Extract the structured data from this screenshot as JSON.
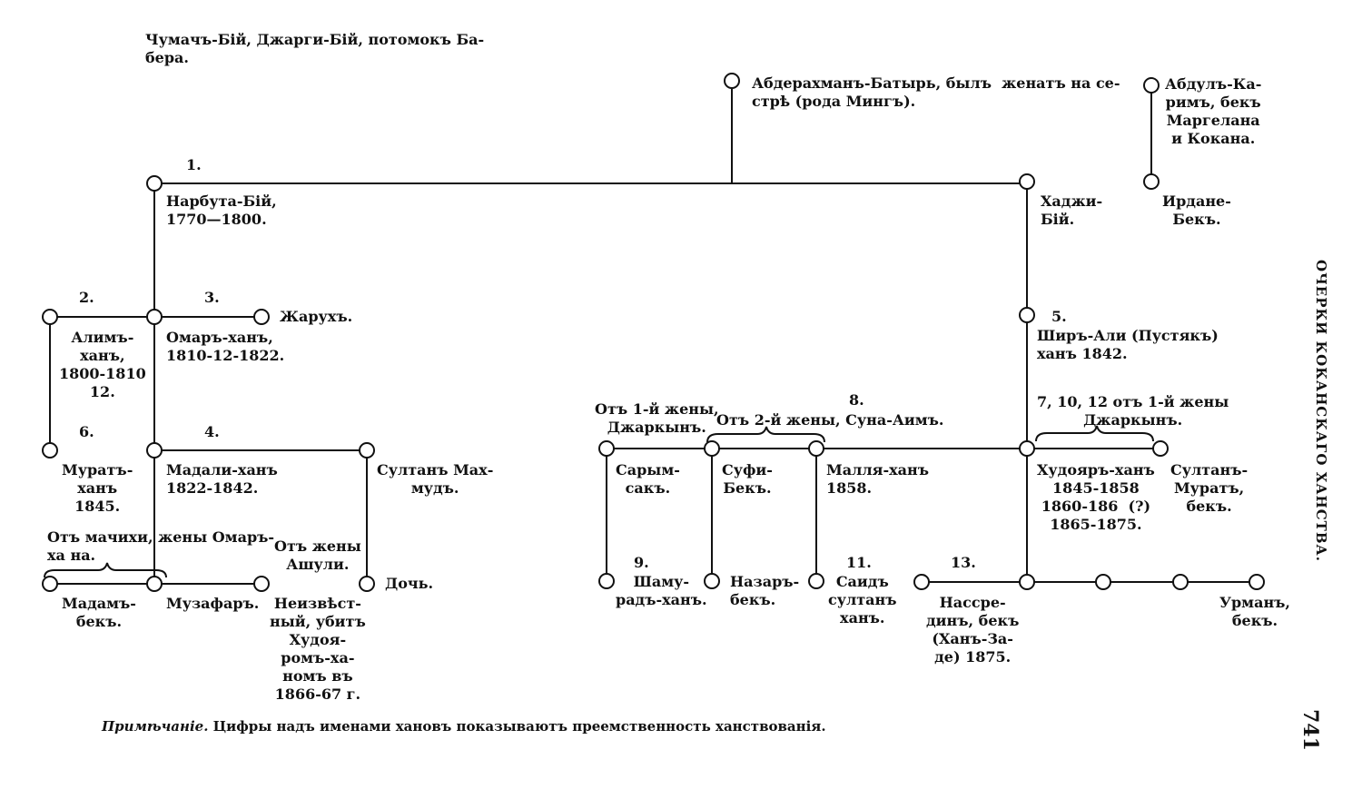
{
  "header": {
    "text": "Чумачъ-Бій, Джарги-Бій, потомокъ Ба-\nбера."
  },
  "nodes": {
    "abderakhman": "Абдерахманъ-Батырь, былъ  женатъ на се-\nстрѣ (рода Мингъ).",
    "abdul_karim": "Абдулъ-Ка-\nримъ, бекъ\nМаргелана\nи Кокана.",
    "narbuta": "Нарбута-Бій,\n1770—1800.",
    "hadzhi": "Хаджи-\nБій.",
    "irdane": "Ирдане-\nБекъ.",
    "alim": "Алимъ-\nханъ,\n1800-1810\n12.",
    "omar": "Омаръ-ханъ,\n1810-12-1822.",
    "zharukh": "Жарухъ.",
    "shir_ali": "Ширъ-Али (Пустякъ)\nханъ 1842.",
    "murat": "Муратъ-\nханъ\n1845.",
    "madali": "Мадали-ханъ\n1822-1842.",
    "sultan_makhmud": "Султанъ Мах-\nмудъ.",
    "madam": "Мадамъ-\nбекъ.",
    "muzafar": "Музафаръ.",
    "neizvestny": "Неизвѣст-\nный, убитъ\nХудоя-\nромъ-ха-\nномъ въ\n1866-67 г.",
    "doch": "Дочь.",
    "sarymsak": "Сарым-\nсакъ.",
    "sufi": "Суфи-\nБекъ.",
    "mallya": "Малля-ханъ\n1858.",
    "khudoyar": "Худояръ-ханъ\n1845-1858\n1860-186  (?)\n1865-1875.",
    "sultan_murat": "Султанъ-\nМуратъ,\nбекъ.",
    "shamurad": "Шаму-\nрадъ-ханъ.",
    "nazar": "Назаръ-\nбекъ.",
    "said": "Саидъ\nсултанъ\nханъ.",
    "nasreddin": "Нассре-\nдинъ, бекъ\n(Ханъ-За-\nде) 1875.",
    "urman": "Урманъ,\nбекъ."
  },
  "numbers": {
    "n1": "1.",
    "n2": "2.",
    "n3": "3.",
    "n4": "4.",
    "n5": "5.",
    "n6": "6.",
    "n8": "8.",
    "n9": "9.",
    "n11": "11.",
    "n13": "13."
  },
  "annotations": {
    "ot_machikhi": "Отъ мачихи, жены Омаръ-\nха на.",
    "ot_zheny_ashuli": "Отъ жены\nАшули.",
    "ot_1_zheny": "Отъ 1-й жены,\nДжаркынъ.",
    "ot_2_zheny": "Отъ 2-й жены, Суна-Аимъ.",
    "seven_ten_twelve": "7, 10, 12 отъ 1-й жены\nДжаркынъ."
  },
  "note": {
    "label": "Примѣчаніе.",
    "text": " Цифры надъ именами хановъ показываютъ преемственность ханствованія."
  },
  "running_title": "ОЧЕРКИ КОКАНСКАГО ХАНСТВА.",
  "page_number": "741"
}
